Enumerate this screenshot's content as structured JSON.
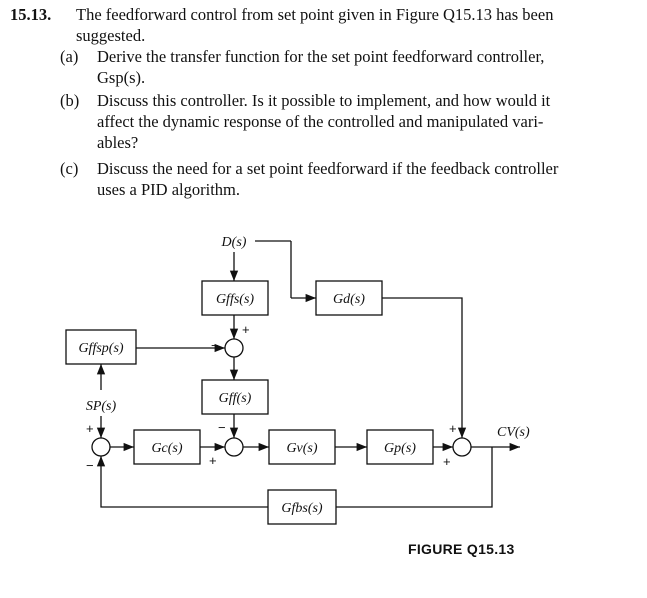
{
  "problem": {
    "number": "15.13.",
    "stem_line1": "The feedforward control from set point given in Figure Q15.13 has been",
    "stem_line2": "suggested.",
    "parts": [
      {
        "label": "(a)",
        "line1": "Derive the transfer function for the set point feedforward controller,",
        "line2": "Gsp(s)."
      },
      {
        "label": "(b)",
        "line1": "Discuss this controller. Is it possible to implement, and how would it",
        "line2": "affect the dynamic response of the controlled and manipulated vari-",
        "line3": "ables?"
      },
      {
        "label": "(c)",
        "line1": "Discuss the need for a set point feedforward if the feedback controller",
        "line2": "uses a PID algorithm."
      }
    ]
  },
  "diagram": {
    "blocks": {
      "gffs": "Gffs(s)",
      "gd": "Gd(s)",
      "gffsp": "Gffsp(s)",
      "gff": "Gff(s)",
      "gc": "Gc(s)",
      "gv": "Gv(s)",
      "gp": "Gp(s)",
      "gfbs": "Gfbs(s)"
    },
    "signals": {
      "disturbance": "D(s)",
      "setpoint": "SP(s)",
      "output": "CV(s)"
    },
    "signs": {
      "plus": "+",
      "minus": "−"
    }
  },
  "figure_caption": "FIGURE Q15.13"
}
